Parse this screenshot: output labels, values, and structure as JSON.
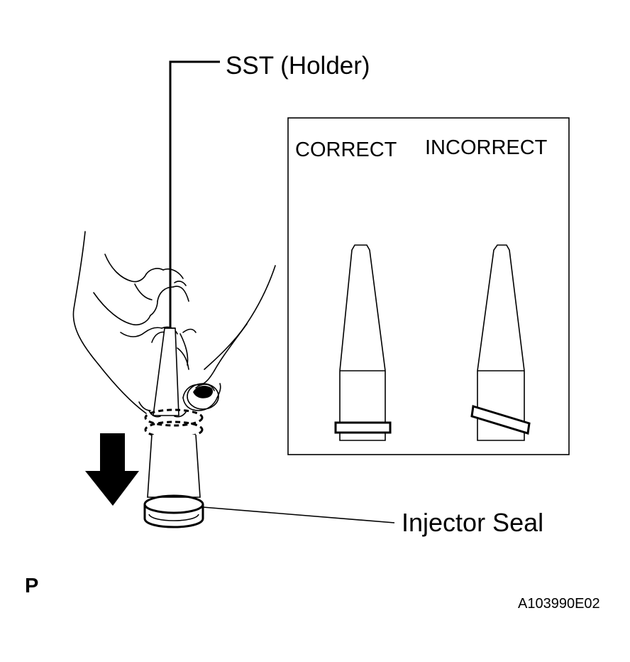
{
  "labels": {
    "sst_holder": "SST (Holder)",
    "injector_seal": "Injector Seal",
    "correct": "CORRECT",
    "incorrect": "INCORRECT",
    "view_marker": "P",
    "figure_code": "A103990E02"
  },
  "icons": {
    "direction_arrow": "arrow-down-icon"
  },
  "colors": {
    "line": "#000000",
    "background": "#ffffff"
  }
}
